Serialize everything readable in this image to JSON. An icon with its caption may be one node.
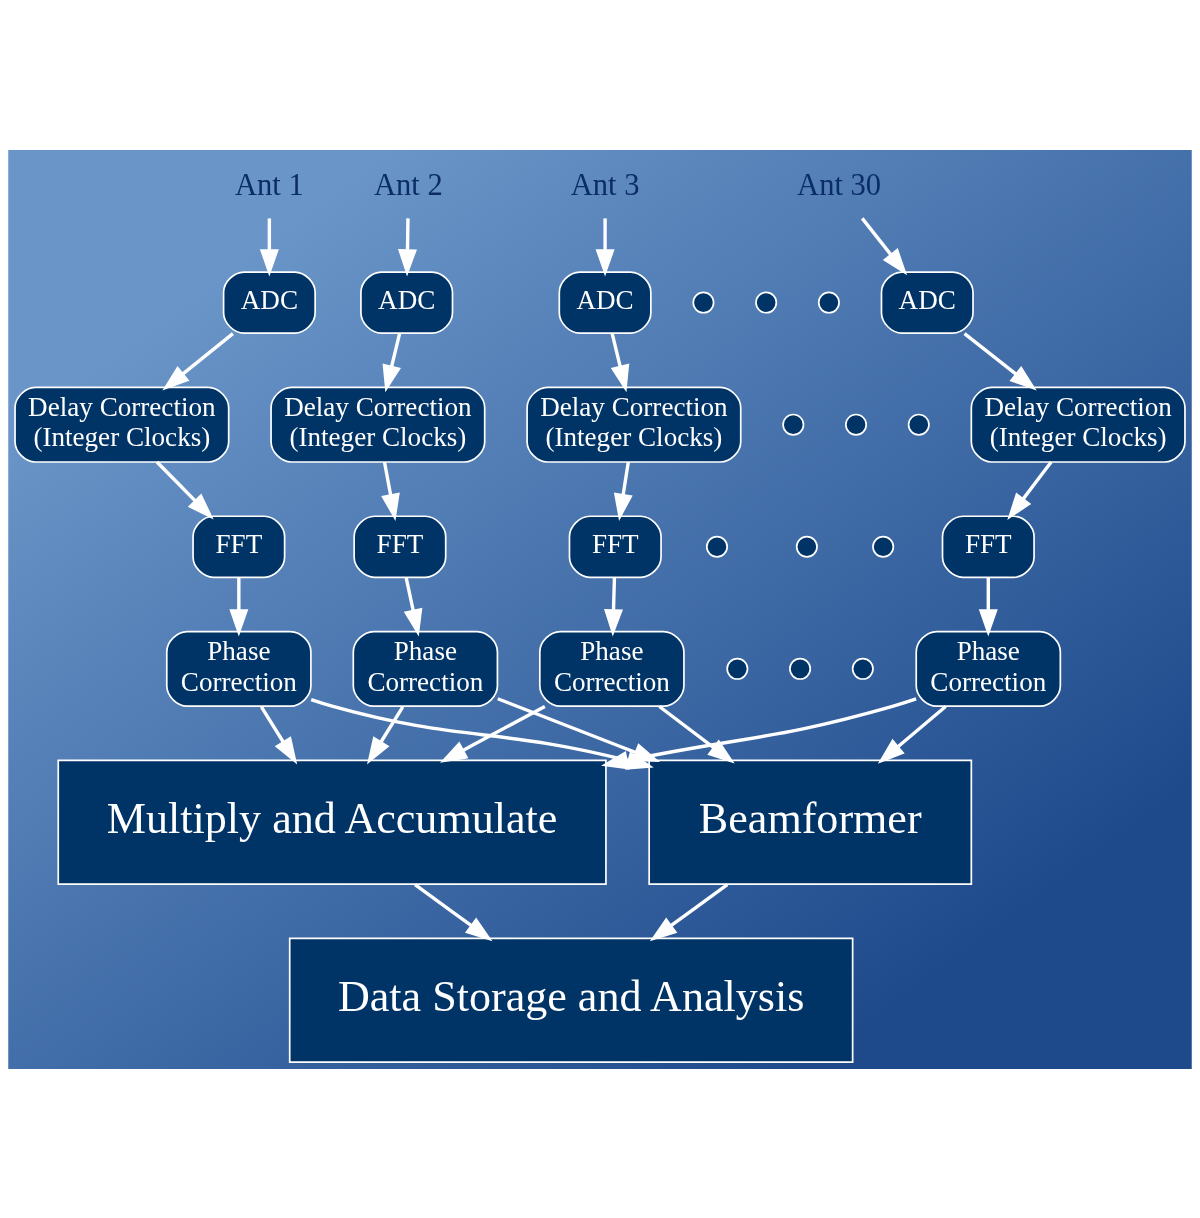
{
  "diagram": {
    "nodes": [
      {
        "text": [
          "Ant 1"
        ]
      },
      {
        "text": [
          "Ant 2"
        ]
      },
      {
        "text": [
          "Ant 3"
        ]
      },
      {
        "text": [
          "Ant 30"
        ]
      },
      {
        "text": [
          "ADC"
        ]
      },
      {
        "text": [
          "ADC"
        ]
      },
      {
        "text": [
          "ADC"
        ]
      },
      {
        "text": [],
        "shape": "circle"
      },
      {
        "text": [],
        "shape": "circle"
      },
      {
        "text": [],
        "shape": "circle"
      },
      {
        "text": [
          "ADC"
        ]
      },
      {
        "text": [
          "Delay Correction (Integer Clocks)"
        ]
      },
      {
        "text": [
          "Delay Correction (Integer Clocks)"
        ]
      },
      {
        "text": [
          "Delay Correction (Integer Clocks)"
        ]
      },
      {
        "text": [],
        "shape": "circle"
      },
      {
        "text": [],
        "shape": "circle"
      },
      {
        "text": [],
        "shape": "circle"
      },
      {
        "text": [
          "Delay Correction (Integer Clocks)"
        ]
      },
      {
        "text": [
          "FFT"
        ]
      },
      {
        "text": [
          "FFT"
        ]
      },
      {
        "text": [
          "FFT"
        ]
      },
      {
        "text": [],
        "shape": "circle"
      },
      {
        "text": [],
        "shape": "circle"
      },
      {
        "text": [],
        "shape": "circle"
      },
      {
        "text": [
          "FFT"
        ]
      },
      {
        "text": [
          "Phase Correction"
        ]
      },
      {
        "text": [
          "Phase Correction"
        ]
      },
      {
        "text": [
          "Phase Correction"
        ]
      },
      {
        "text": [],
        "shape": "circle"
      },
      {
        "text": [],
        "shape": "circle"
      },
      {
        "text": [],
        "shape": "circle"
      },
      {
        "text": [
          "Phase Correction"
        ]
      },
      {
        "text": [
          "Multiply and Accumulate"
        ]
      },
      {
        "text": [
          "Beamformer"
        ]
      },
      {
        "text": [
          "Data Storage and Analysis"
        ]
      }
    ],
    "edges": [
      {
        "from": 0,
        "to": 4,
        "arrow": "to"
      },
      {
        "from": 1,
        "to": 5,
        "arrow": "to"
      },
      {
        "from": 2,
        "to": 6,
        "arrow": "to"
      },
      {
        "from": 3,
        "to": 10,
        "arrow": "to"
      },
      {
        "from": 4,
        "to": 11,
        "arrow": "to"
      },
      {
        "from": 5,
        "to": 12,
        "arrow": "to"
      },
      {
        "from": 6,
        "to": 13,
        "arrow": "to"
      },
      {
        "from": 10,
        "to": 17,
        "arrow": "to"
      },
      {
        "from": 11,
        "to": 18,
        "arrow": "to"
      },
      {
        "from": 12,
        "to": 19,
        "arrow": "to"
      },
      {
        "from": 13,
        "to": 20,
        "arrow": "to"
      },
      {
        "from": 17,
        "to": 24,
        "arrow": "to"
      },
      {
        "from": 18,
        "to": 25,
        "arrow": "to"
      },
      {
        "from": 19,
        "to": 26,
        "arrow": "to"
      },
      {
        "from": 20,
        "to": 27,
        "arrow": "to"
      },
      {
        "from": 24,
        "to": 31,
        "arrow": "to"
      },
      {
        "from": 25,
        "to": 32,
        "arrow": "to"
      },
      {
        "from": 26,
        "to": 32,
        "arrow": "to"
      },
      {
        "from": 27,
        "to": 32,
        "arrow": "to"
      },
      {
        "from": 31,
        "to": 32,
        "arrow": "to"
      },
      {
        "from": 25,
        "to": 33,
        "arrow": "to"
      },
      {
        "from": 26,
        "to": 33,
        "arrow": "to"
      },
      {
        "from": 27,
        "to": 33,
        "arrow": "to"
      },
      {
        "from": 31,
        "to": 33,
        "arrow": "to"
      },
      {
        "from": 32,
        "to": 34,
        "arrow": "to"
      },
      {
        "from": 33,
        "to": 34,
        "arrow": "to"
      }
    ]
  }
}
